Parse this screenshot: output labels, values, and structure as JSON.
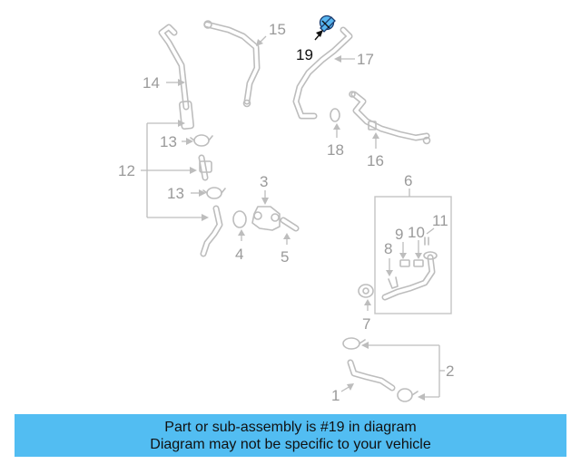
{
  "diagram": {
    "callouts": {
      "c1": "1",
      "c2": "2",
      "c3": "3",
      "c4": "4",
      "c5": "5",
      "c6": "6",
      "c7": "7",
      "c8": "8",
      "c9": "9",
      "c10": "10",
      "c11": "11",
      "c12": "12",
      "c13a": "13",
      "c13b": "13",
      "c14": "14",
      "c15": "15",
      "c16": "16",
      "c17": "17",
      "c18": "18",
      "c19": "19"
    },
    "highlight_color": "#58b6f0",
    "highlighted_part": "19"
  },
  "banner": {
    "line1": "Part or sub-assembly is #19 in diagram",
    "line2": "Diagram may not be specific to your vehicle",
    "background": "#52bdf2"
  }
}
